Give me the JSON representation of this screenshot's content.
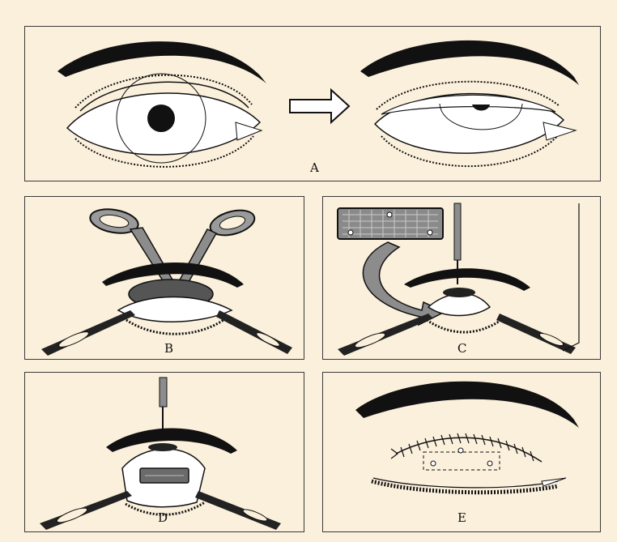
{
  "panels": {
    "a": {
      "label": "A"
    },
    "b": {
      "label": "B"
    },
    "c": {
      "label": "C"
    },
    "d": {
      "label": "D"
    },
    "e": {
      "label": "E"
    }
  },
  "colors": {
    "background": "#fbf0dc",
    "ink": "#111111",
    "shade": "#6b6b6b"
  }
}
